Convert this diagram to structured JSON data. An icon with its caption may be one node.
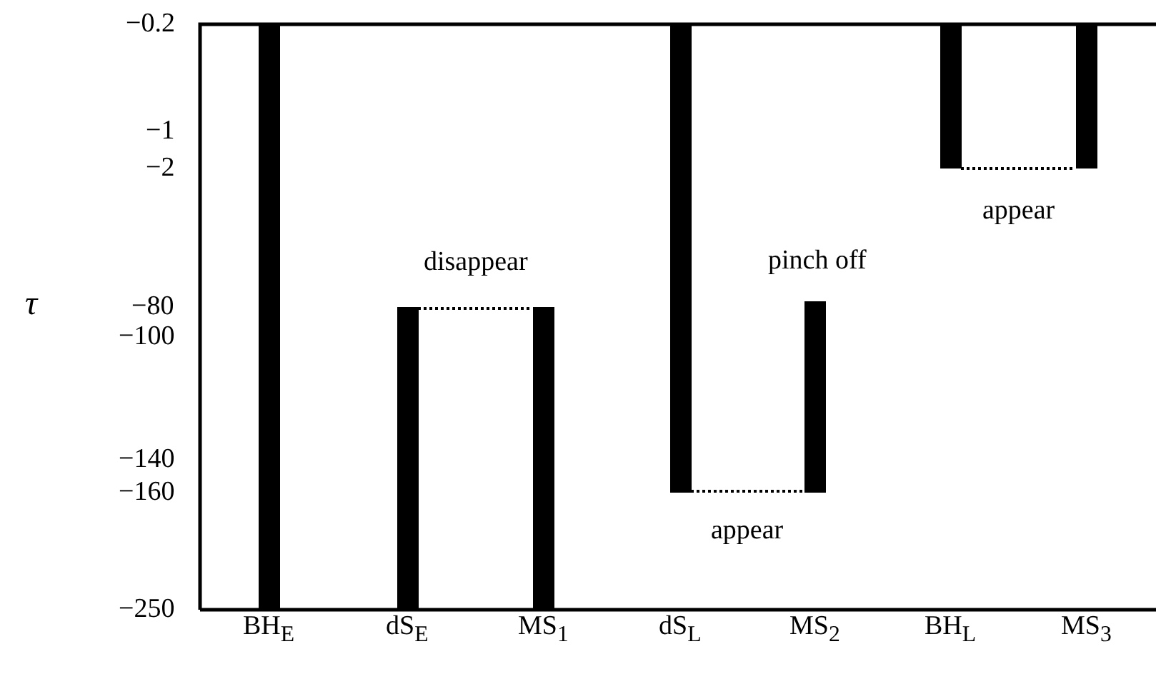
{
  "diagram": {
    "nodes": [
      {
        "text": [],
        "shape": "bar"
      },
      {
        "text": [],
        "shape": "bar"
      },
      {
        "text": [],
        "shape": "bar"
      },
      {
        "text": [],
        "shape": "bar"
      },
      {
        "text": [],
        "shape": "bar"
      },
      {
        "text": [],
        "shape": "bar"
      },
      {
        "text": [],
        "shape": "bar"
      }
    ],
    "edges": [
      {
        "from": 1,
        "to": 2,
        "arrow": "none",
        "style": "dashed",
        "label": "disappear"
      },
      {
        "from": 3,
        "to": 4,
        "arrow": "none",
        "style": "dashed",
        "label": "appear"
      },
      {
        "from": 5,
        "to": 6,
        "arrow": "none",
        "style": "dashed",
        "label": "appear"
      }
    ],
    "labels": [
      "−0.2",
      "−1",
      "−2",
      "τ",
      "−80",
      "−100",
      "−140",
      "−160",
      "−250",
      "pinch off",
      "BH$_{E}$",
      "dS$_{E}$",
      "MS$_{1}$",
      "dS$_{L}$",
      "MS$_{2}$",
      "BH$_{L}$",
      "MS$_{3}$"
    ]
  }
}
